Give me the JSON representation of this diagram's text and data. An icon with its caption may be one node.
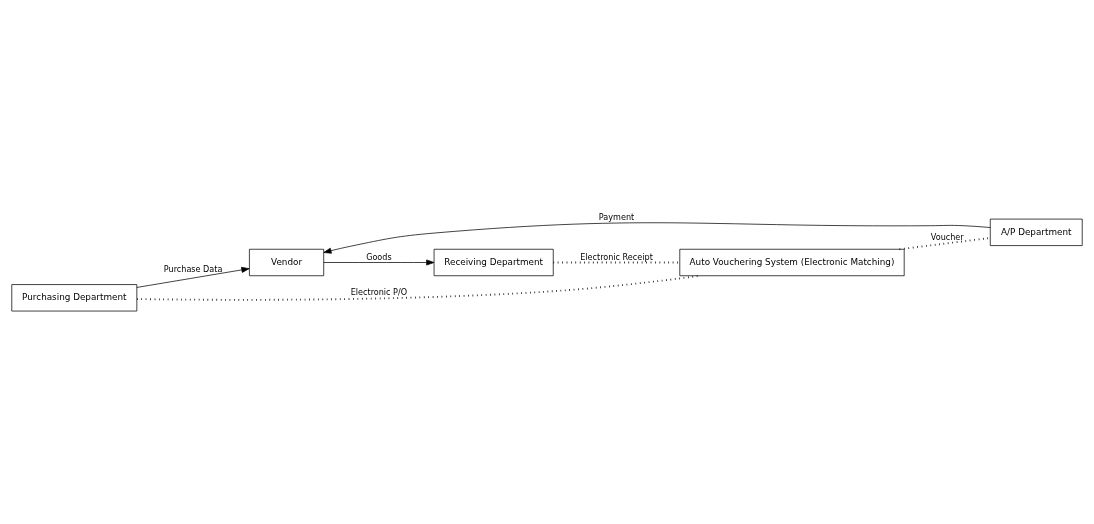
{
  "diagram": {
    "nodes": [
      {
        "text": [
          "Purchasing Department"
        ]
      },
      {
        "text": [
          "Vendor"
        ]
      },
      {
        "text": [
          "Auto Vouchering System (Electronic Matching)"
        ]
      },
      {
        "text": [
          "A/P Department"
        ]
      },
      {
        "text": [
          "Receiving Department"
        ]
      }
    ],
    "edges": [
      {
        "from": 0,
        "to": 1,
        "arrow": "to",
        "label": "Purchase Data"
      },
      {
        "from": 0,
        "to": 2,
        "arrow": "none",
        "label": "Electronic P/O",
        "style": "dashed"
      },
      {
        "from": 1,
        "to": 4,
        "arrow": "to",
        "label": "Goods"
      },
      {
        "from": 4,
        "to": 2,
        "arrow": "none",
        "label": "Electronic Receipt",
        "style": "dashed"
      },
      {
        "from": 2,
        "to": 3,
        "arrow": "none",
        "label": "Voucher",
        "style": "dashed"
      },
      {
        "from": 3,
        "to": 1,
        "arrow": "to",
        "label": "Payment"
      }
    ]
  }
}
